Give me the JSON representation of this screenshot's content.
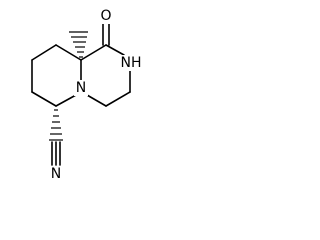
{
  "structure": {
    "atoms": {
      "o_carbonyl": "O",
      "nh_ring": "NH",
      "n_bridge": "N",
      "n_nitrile": "N"
    },
    "colors": {
      "bond": "#000000",
      "background": "#ffffff"
    }
  }
}
